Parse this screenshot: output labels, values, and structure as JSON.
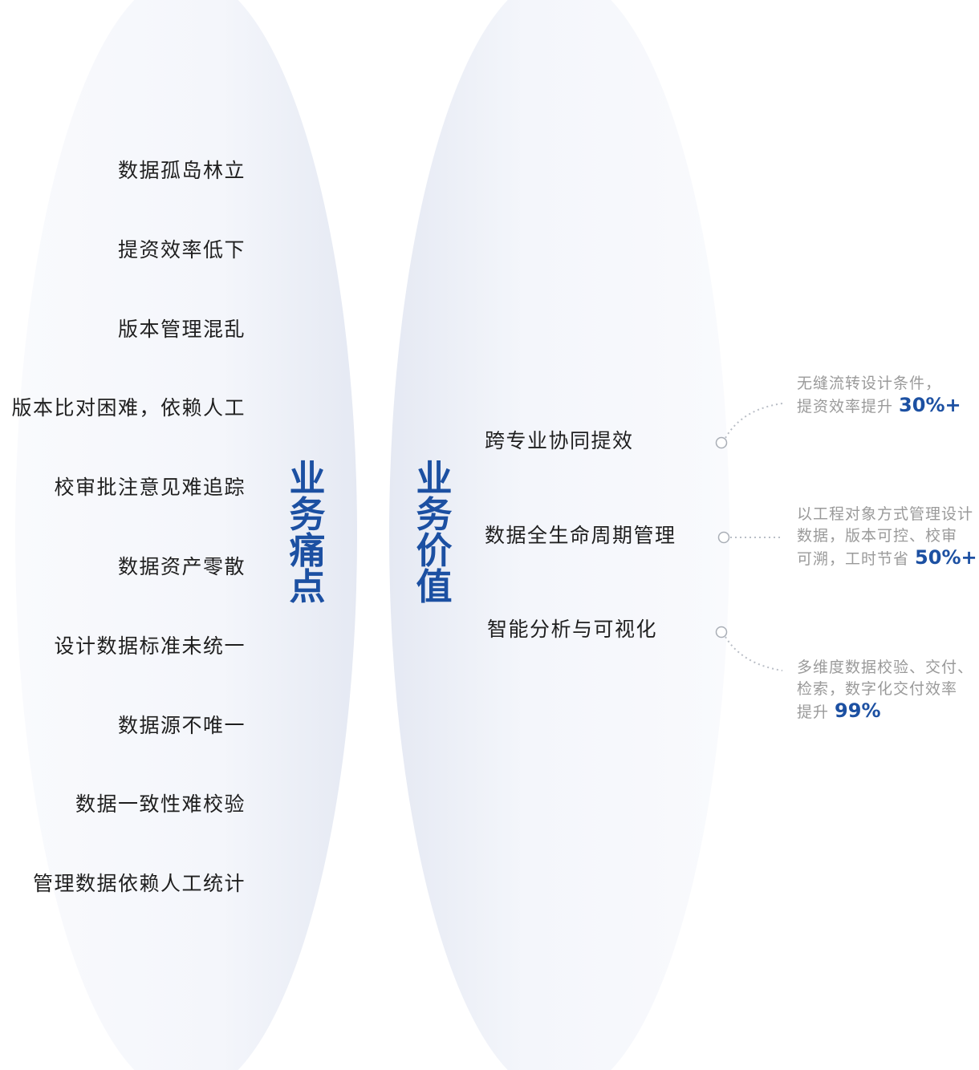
{
  "pain_points": {
    "title": "业务痛点",
    "items": [
      "数据孤岛林立",
      "提资效率低下",
      "版本管理混乱",
      "版本比对困难，依赖人工",
      "校审批注意见难追踪",
      "数据资产零散",
      "设计数据标准未统一",
      "数据源不唯一",
      "数据一致性难校验",
      "管理数据依赖人工统计"
    ]
  },
  "business_value": {
    "title": "业务价值",
    "items": [
      {
        "label": "跨专业协同提效",
        "note_line1": "无缝流转设计条件，",
        "note_text": "提资效率提升 ",
        "note_highlight": "30%+"
      },
      {
        "label": "数据全生命周期管理",
        "note_line1": "以工程对象方式管理设计数据，版本可控、校审",
        "note_text": "可溯，工时节省 ",
        "note_highlight": "50%+"
      },
      {
        "label": "智能分析与可视化",
        "note_line1": "多维度数据校验、交付、检索，数字化交付效率",
        "note_text": "提升 ",
        "note_highlight": "99%"
      }
    ]
  },
  "colors": {
    "accent": "#1c50a2",
    "text": "#1f1f1f",
    "note": "#9a9a9a",
    "ellipse": "#f4f6fb",
    "connector": "#b9bec6"
  }
}
